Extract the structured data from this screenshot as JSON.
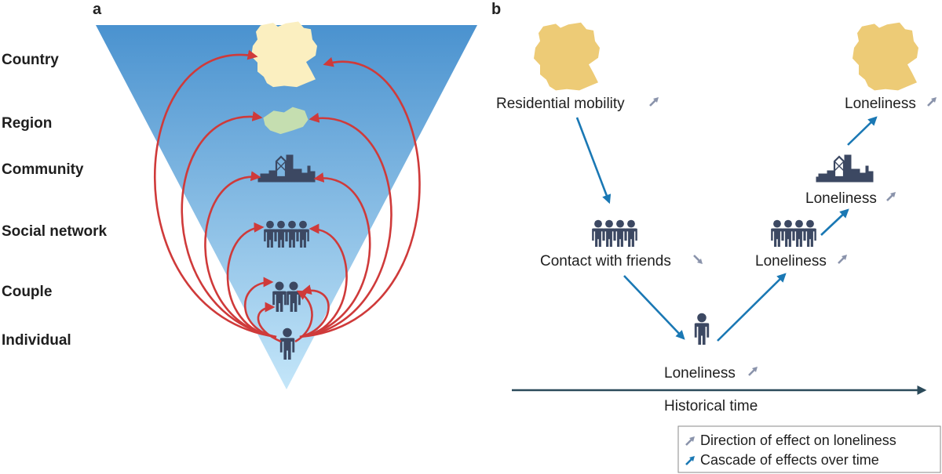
{
  "panel_a": {
    "letter": "a",
    "levels": [
      "Country",
      "Region",
      "Community",
      "Social network",
      "Couple",
      "Individual"
    ]
  },
  "panel_b": {
    "letter": "b",
    "labels": {
      "residential_mobility": "Residential mobility",
      "contact_with_friends": "Contact with friends",
      "loneliness_individual": "Loneliness",
      "loneliness_network": "Loneliness",
      "loneliness_community": "Loneliness",
      "loneliness_country": "Loneliness"
    },
    "timeline": "Historical time"
  },
  "legend": {
    "direction": "Direction of effect on loneliness",
    "cascade": "Cascade of effects over time"
  },
  "colors": {
    "triangle_top": "#4a92cf",
    "triangle_bottom": "#c4e6f9",
    "feedback_arrow": "#cf3a3a",
    "cascade_arrow": "#1a78b4",
    "direction_arrow": "#8a93ab",
    "figure": "#3c4862",
    "country_a": "#fbefc0",
    "region_a": "#c5deb0",
    "country_b": "#edcb76",
    "timeline": "#2b4a5a"
  }
}
